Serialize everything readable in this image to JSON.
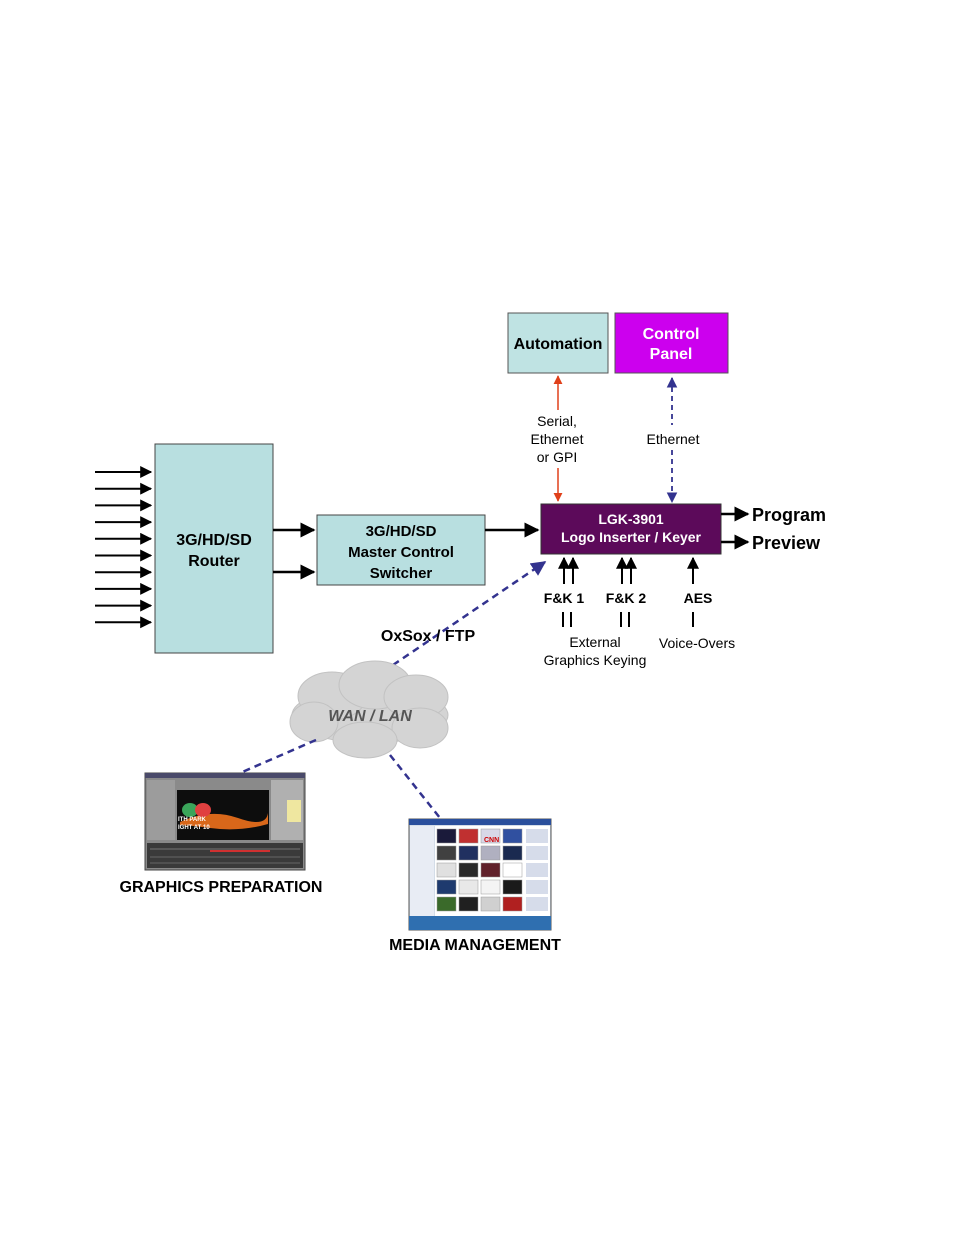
{
  "nodes": {
    "router": {
      "line1": "3G/HD/SD",
      "line2": "Router"
    },
    "switcher": {
      "line1": "3G/HD/SD",
      "line2": "Master Control",
      "line3": "Switcher"
    },
    "automation": {
      "label": "Automation"
    },
    "control_panel": {
      "line1": "Control",
      "line2": "Panel"
    },
    "lgk": {
      "line1": "LGK-3901",
      "line2": "Logo Inserter / Keyer"
    },
    "cloud": {
      "label": "WAN / LAN"
    }
  },
  "labels": {
    "serial": {
      "line1": "Serial,",
      "line2": "Ethernet",
      "line3": "or GPI"
    },
    "ethernet": "Ethernet",
    "program": "Program",
    "preview": "Preview",
    "fk1": "F&K 1",
    "fk2": "F&K 2",
    "aes": "AES",
    "external": {
      "line1": "External",
      "line2": "Graphics Keying"
    },
    "voiceovers": "Voice-Overs",
    "oxsox": "OxSox / FTP",
    "graphics_prep": "GRAPHICS PREPARATION",
    "media_mgmt": "MEDIA MANAGEMENT"
  },
  "thumbnail_text": {
    "graphics": {
      "line1": "ITH PARK",
      "line2": "IGHT AT 10"
    },
    "media": {
      "tile1": "CNN"
    }
  },
  "colors": {
    "box_fill": "#b8dfe0",
    "automation_fill": "#bfe3e3",
    "control_panel_fill": "#cc00ee",
    "lgk_fill": "#5c0a5a",
    "serial_arrow": "#e0401a",
    "ethernet_dash": "#33338f",
    "cloud_fill": "#d4d4d4"
  },
  "input_arrow_count": 10
}
